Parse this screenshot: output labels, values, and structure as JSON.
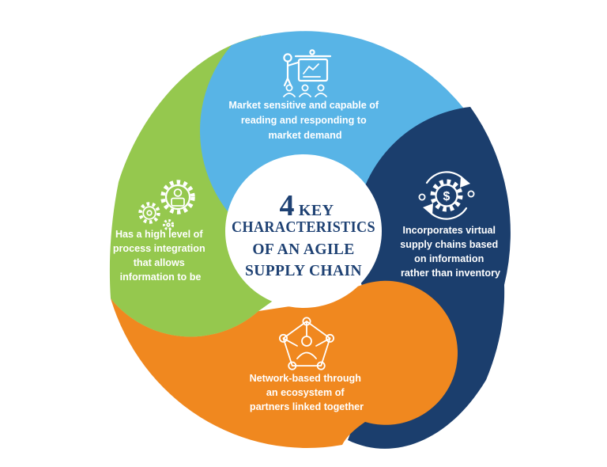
{
  "ui": {
    "label_color": "#ffffff",
    "background": "#ffffff"
  },
  "center": {
    "big_number": "4",
    "title_key": "KEY",
    "line2": "CHARACTERISTICS",
    "line3": "OF AN AGILE",
    "line4": "SUPPLY CHAIN",
    "text_color": "#1e4173",
    "circle_color": "#ffffff"
  },
  "segments": [
    {
      "position": "top",
      "color": "#58b4e6",
      "icon": "presentation-icon",
      "lines": [
        "Market sensitive and capable of",
        "reading and responding to",
        "market demand"
      ]
    },
    {
      "position": "right",
      "color": "#1b3e6d",
      "icon": "gear-dollar-cycle-icon",
      "lines": [
        "Incorporates virtual",
        "supply chains based",
        "on information",
        "rather than inventory"
      ]
    },
    {
      "position": "bottom",
      "color": "#f0881f",
      "icon": "network-pentagon-icon",
      "lines": [
        "Network-based through",
        "an ecosystem of",
        "partners linked together"
      ]
    },
    {
      "position": "left",
      "color": "#95c84e",
      "icon": "gears-person-icon",
      "lines": [
        "Has a high level of",
        "process integration",
        "that allows",
        "information to be"
      ]
    }
  ],
  "glyphs": {
    "dollar": "$"
  }
}
